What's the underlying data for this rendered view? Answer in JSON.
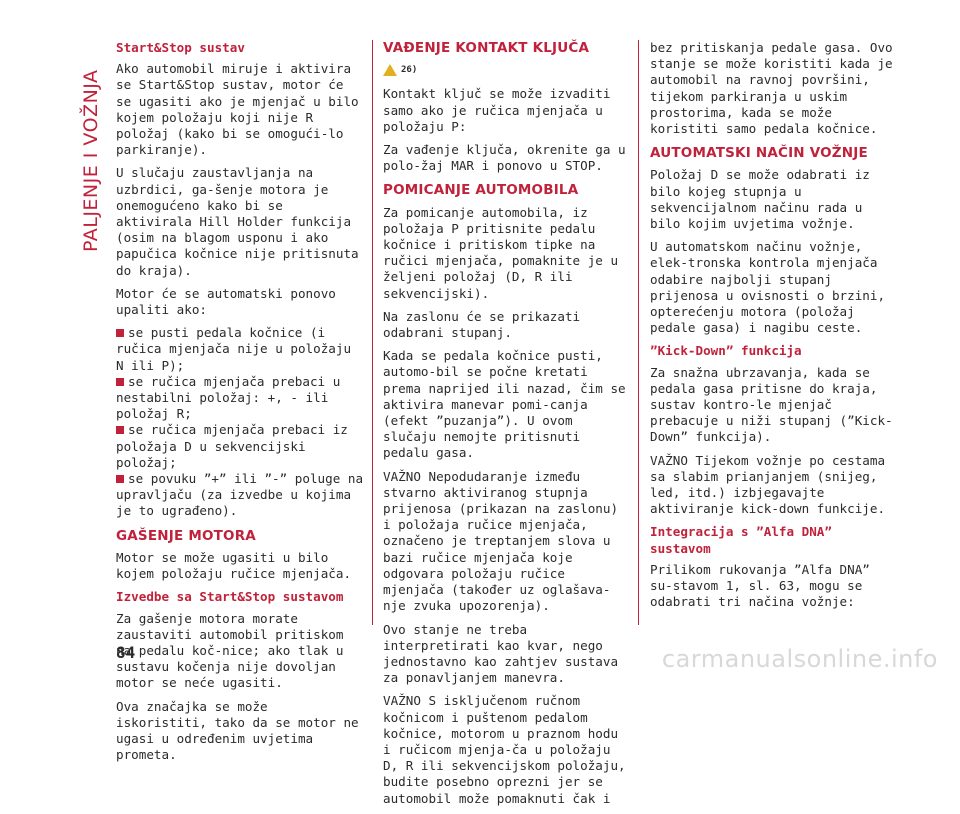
{
  "side_title": "PALJENJE I VOŽNJA",
  "page_number": "84",
  "watermark": "carmanualsonline.info",
  "col1": {
    "h1": "Start&Stop sustav",
    "p1": "Ako automobil miruje i aktivira se Start&Stop sustav, motor će se ugasiti ako je mjenjač u bilo kojem položaju koji nije R položaj (kako bi se omogući-lo parkiranje).",
    "p2": "U slučaju zaustavljanja na uzbrdici, ga-šenje motora je onemogućeno kako bi se aktivirala Hill Holder funkcija (osim na blagom usponu i ako papučica kočnice nije pritisnuta do kraja).",
    "p3": "Motor će se automatski ponovo upaliti ako:",
    "b1": "se pusti pedala kočnice (i ručica mjenjača nije u položaju N ili P);",
    "b2": "se ručica mjenjača prebaci u nestabilni položaj: +, - ili položaj R;",
    "b3": "se ručica mjenjača prebaci iz položaja D u sekvencijski položaj;",
    "b4": "se povuku ”+” ili ”-” poluge na upravljaču (za izvedbe u kojima je to ugrađeno).",
    "h2": "GAŠENJE MOTORA",
    "p4": "Motor se može ugasiti u bilo kojem položaju ručice mjenjača.",
    "h3": "Izvedbe sa Start&Stop sustavom",
    "p5": "Za gašenje motora morate zaustaviti automobil pritiskom na pedalu koč-nice; ako tlak u sustavu kočenja nije dovoljan motor se neće ugasiti.",
    "p6": "Ova značajka se može iskoristiti, tako da se motor ne ugasi u određenim uvjetima prometa."
  },
  "col2": {
    "h1": "VAĐENJE KONTAKT KLJUČA",
    "warn": "26)",
    "p1": "Kontakt ključ se može izvaditi samo ako je ručica mjenjača u položaju P:",
    "p2": "Za vađenje ključa, okrenite ga u polo-žaj MAR i ponovo u STOP.",
    "h2": "POMICANJE AUTOMOBILA",
    "p3": "Za pomicanje automobila, iz položaja P pritisnite pedalu kočnice i pritiskom tipke na ručici mjenjača, pomaknite je u željeni položaj (D, R ili sekvencijski).",
    "p4": "Na zaslonu će se prikazati odabrani stupanj.",
    "p5": "Kada se pedala kočnice pusti, automo-bil se počne kretati prema naprijed ili nazad, čim se aktivira manevar pomi-canja (efekt ”puzanja”). U ovom slučaju nemojte pritisnuti pedalu gasa.",
    "p6": "VAŽNO Nepodudaranje između stvarno aktiviranog stupnja prijenosa (prikazan na zaslonu) i položaja ručice mjenjača, označeno je treptanjem slova u bazi ručice mjenjača koje odgovara položaju ručice mjenjača (također uz oglašava-nje zvuka upozorenja).",
    "p7": "Ovo stanje ne treba interpretirati kao kvar, nego jednostavno kao zahtjev sustava za ponavljanjem manevra.",
    "p8": "VAŽNO S isključenom ručnom kočnicom i puštenom pedalom kočnice, motorom u praznom hodu i ručicom mjenja-ča u položaju D, R ili sekvencijskom položaju, budite posebno oprezni jer se automobil može pomaknuti čak i"
  },
  "col3": {
    "p1": "bez pritiskanja pedale gasa. Ovo stanje se može koristiti kada je automobil na ravnoj površini, tijekom parkiranja u uskim prostorima, kada se može koristiti samo pedala kočnice.",
    "h1": "AUTOMATSKI NAČIN VOŽNJE",
    "p2": "Položaj D se može odabrati iz bilo kojeg stupnja u sekvencijalnom načinu rada u bilo kojim uvjetima vožnje.",
    "p3": "U automatskom načinu vožnje, elek-tronska kontrola mjenjača odabire najbolji stupanj prijenosa u ovisnosti o brzini, opterećenju motora (položaj pedale gasa) i nagibu ceste.",
    "h2": "”Kick-Down” funkcija",
    "p4": "Za snažna ubrzavanja, kada se pedala gasa pritisne do kraja, sustav kontro-le mjenjač prebacuje u niži stupanj (”Kick-Down” funkcija).",
    "p5": "VAŽNO Tijekom vožnje po cestama sa slabim prianjanjem (snijeg, led, itd.) izbjegavajte aktiviranje kick-down funkcije.",
    "h3": "Integracija s ”Alfa DNA” sustavom",
    "p6": "Prilikom rukovanja ”Alfa DNA” su-stavom 1, sl. 63, mogu se odabrati tri načina vožnje:"
  },
  "colors": {
    "accent": "#c0223b",
    "text": "#2b2b2b",
    "warning": "#e0b020"
  }
}
